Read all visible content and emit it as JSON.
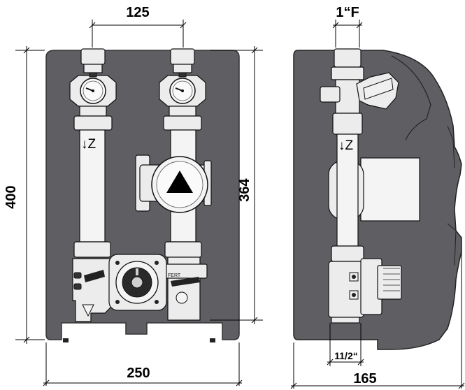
{
  "front_view": {
    "width_label": "250",
    "height_label": "400",
    "pipe_spacing_label": "125",
    "inner_height_label": "364",
    "flow_label_left": "↓Z",
    "valve_marking": "FERT"
  },
  "side_view": {
    "depth_label": "165",
    "top_thread_label": "1“F",
    "bottom_thread_label": "11/2“",
    "flow_label": "↓Z"
  },
  "colors": {
    "housing": "#5f5f63",
    "line": "#000000",
    "pipe": "#f4f4f4"
  }
}
